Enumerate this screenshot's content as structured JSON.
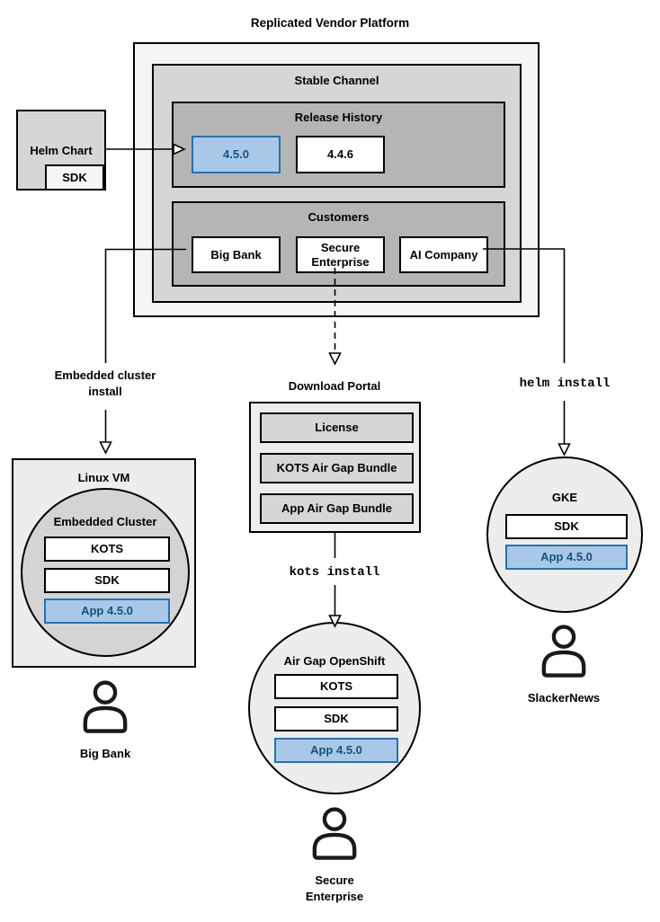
{
  "title": "Replicated Vendor Platform",
  "platform": {
    "stable_channel": {
      "title": "Stable Channel"
    },
    "release_history": {
      "title": "Release History",
      "releases": [
        "4.5.0",
        "4.4.6"
      ],
      "highlighted_release": "4.5.0"
    },
    "customers": {
      "title": "Customers",
      "items": [
        "Big Bank",
        "Secure Enterprise",
        "AI Company"
      ]
    }
  },
  "helm_chart": {
    "title": "Helm Chart",
    "sdk": "SDK"
  },
  "flows": {
    "embedded": {
      "edge_label": "Embedded cluster install",
      "vm_title": "Linux VM",
      "cluster_title": "Embedded Cluster",
      "components": [
        "KOTS",
        "SDK",
        "App 4.5.0"
      ],
      "persona": "Big Bank"
    },
    "airgap": {
      "portal_title": "Download Portal",
      "portal_items": [
        "License",
        "KOTS Air Gap Bundle",
        "App Air Gap Bundle"
      ],
      "command": "kots install",
      "cluster_title": "Air Gap OpenShift",
      "components": [
        "KOTS",
        "SDK",
        "App 4.5.0"
      ],
      "persona": "Secure Enterprise"
    },
    "helm": {
      "command": "helm install",
      "cluster_title": "GKE",
      "components": [
        "SDK",
        "App 4.5.0"
      ],
      "persona": "SlackerNews"
    }
  },
  "colors": {
    "highlight_fill": "#a9c8e8",
    "highlight_stroke": "#2272b4",
    "highlight_text": "#14537e",
    "gray_lightest": "#f5f5f5",
    "gray_light": "#ededed",
    "gray_mid": "#d6d6d6",
    "gray_dark": "#b5b5b5",
    "line": "#000000"
  }
}
